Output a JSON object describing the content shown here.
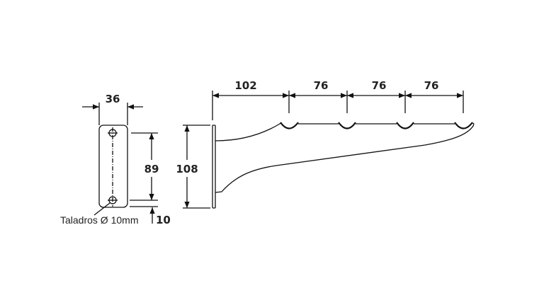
{
  "front_view": {
    "width_label": "36",
    "hole_spacing_label": "89",
    "bottom_offset_label": "10",
    "holes_note": "Taladros Ø 10mm"
  },
  "side_view": {
    "height_label": "108",
    "spacing_labels": [
      "102",
      "76",
      "76",
      "76"
    ]
  },
  "colors": {
    "line": "#111111",
    "background": "#ffffff"
  }
}
